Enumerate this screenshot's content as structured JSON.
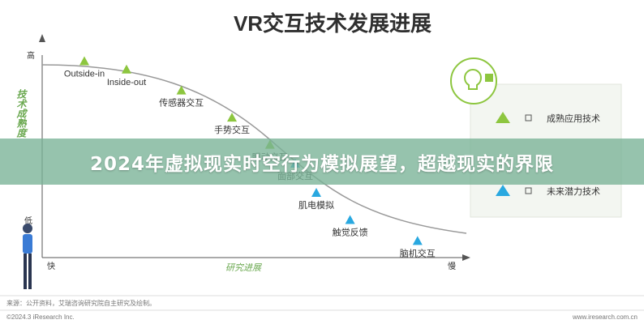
{
  "header": {
    "title": "VR交互技术发展进展"
  },
  "banner": {
    "text": "2024年虚拟现实时空行为模拟展望，超越现实的界限"
  },
  "axes": {
    "y_high": "高",
    "y_low": "低",
    "y_label": "技术成熟度",
    "x_fast": "快",
    "x_slow": "慢",
    "x_label": "研究进展"
  },
  "chart_data": {
    "type": "scatter",
    "points": [
      {
        "label": "Outside-in",
        "x": 1.0,
        "y": 9.4,
        "status": "mature"
      },
      {
        "label": "Inside-out",
        "x": 2.0,
        "y": 9.0,
        "status": "mature"
      },
      {
        "label": "传感器交互",
        "x": 3.3,
        "y": 8.0,
        "status": "mature"
      },
      {
        "label": "手势交互",
        "x": 4.5,
        "y": 6.7,
        "status": "mature"
      },
      {
        "label": "眼动交互",
        "x": 5.4,
        "y": 5.4,
        "status": "mature"
      },
      {
        "label": "面部交互",
        "x": 6.0,
        "y": 4.5,
        "status": "future"
      },
      {
        "label": "肌电模拟",
        "x": 6.5,
        "y": 3.1,
        "status": "future"
      },
      {
        "label": "触觉反馈",
        "x": 7.3,
        "y": 1.8,
        "status": "future"
      },
      {
        "label": "脑机交互",
        "x": 8.9,
        "y": 0.8,
        "status": "future"
      }
    ],
    "legend": [
      {
        "label": "成熟应用技术",
        "status": "mature"
      },
      {
        "label": "未来潜力技术",
        "status": "future"
      }
    ],
    "colors": {
      "mature": "#8dc63f",
      "future": "#29a8e0",
      "curve": "#999999",
      "accent": "#6aa84f"
    },
    "xlim": [
      0,
      10
    ],
    "ylim": [
      0,
      10
    ]
  },
  "footer": {
    "source": "来源：公开资料，艾瑞咨询研究院自主研究及绘制。",
    "copyright": "©2024.3 iResearch Inc.",
    "website": "www.iresearch.com.cn"
  }
}
